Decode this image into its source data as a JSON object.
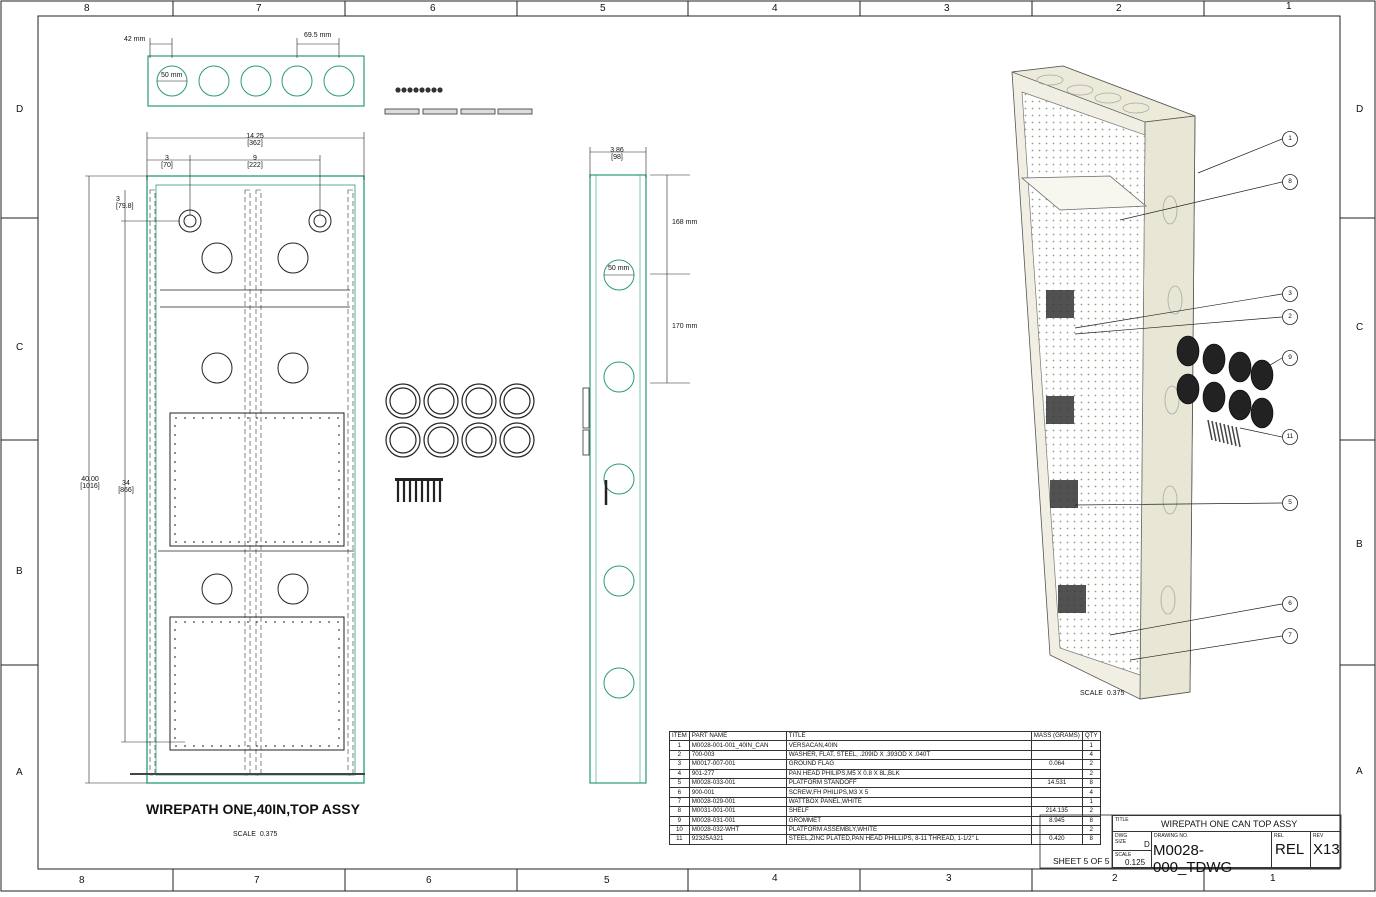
{
  "drawing": {
    "title": "WIREPATH ONE,40IN,TOP ASSY",
    "front_scale": "SCALE  0.375",
    "iso_scale": "SCALE  0.375",
    "zones_top": [
      "8",
      "7",
      "6",
      "5",
      "4",
      "3",
      "2",
      "1"
    ],
    "zones_side": [
      "D",
      "C",
      "B",
      "A"
    ]
  },
  "dimensions": {
    "top_left": "42 mm",
    "top_right": "69.5 mm",
    "hole_top": "50 mm",
    "width": "14.25",
    "width_mm": "[362]",
    "left_offset": "3",
    "left_offset_mm": "[70]",
    "span": "9",
    "span_mm": "[222]",
    "top_drop": "3",
    "top_drop_mm": "[79.8]",
    "height": "40.00",
    "height_mm": "[1016]",
    "inner_height": "34",
    "inner_height_mm": "[866]",
    "depth": "3.86",
    "depth_mm": "[98]",
    "side_a": "168 mm",
    "side_b": "170 mm",
    "hole_side": "50 mm"
  },
  "balloons": [
    "1",
    "8",
    "3",
    "2",
    "9",
    "11",
    "5",
    "6",
    "7"
  ],
  "bom": {
    "headers": [
      "ITEM",
      "PART NAME",
      "TITLE",
      "MASS (GRAMS)",
      "QTY"
    ],
    "rows": [
      [
        "1",
        "M0028-001-001_40IN_CAN",
        "VERSACAN,40IN",
        "",
        "1"
      ],
      [
        "2",
        "700-003",
        "WASHER, FLAT, STEEL, .209ID X .393OD X .040T",
        "",
        "4"
      ],
      [
        "3",
        "M0017-007-001",
        "GROUND FLAG",
        "0.064",
        "2"
      ],
      [
        "4",
        "901-277",
        "PAN HEAD PHILIPS,M5 X 0.8 X 8L,BLK",
        "",
        "2"
      ],
      [
        "5",
        "M0028-033-001",
        "PLATFORM STANDOFF",
        "14.531",
        "8"
      ],
      [
        "6",
        "900-001",
        "SCREW,FH PHILIPS,M3 X 5",
        "",
        "4"
      ],
      [
        "7",
        "M0028-029-001",
        "WATTBOX PANEL,WHITE",
        "",
        "1"
      ],
      [
        "8",
        "M0031-001-001",
        "SHELF",
        "214.135",
        "2"
      ],
      [
        "9",
        "M0028-031-001",
        "GROMMET",
        "8.945",
        "8"
      ],
      [
        "10",
        "M0028-032-WHT",
        "PLATFORM ASSEMBLY,WHITE",
        "",
        "2"
      ],
      [
        "11",
        "92325A321",
        "STEEL,ZINC PLATED,PAN HEAD PHILLIPS, 8-11 THREAD, 1-1/2\" L",
        "0.420",
        "8"
      ]
    ]
  },
  "title_block": {
    "title_label": "TITLE",
    "title": "WIREPATH ONE CAN TOP ASSY",
    "size_label": "DWG SIZE",
    "size": "D",
    "drawing_no_label": "DRAWING NO.",
    "drawing_no": "M0028-000_TDWG",
    "rel_label": "REL",
    "rel": "REL",
    "rev_label": "REV",
    "rev": "X13",
    "scale_label": "SCALE",
    "scale": "0.125",
    "sheet": "SHEET 5 OF 5"
  },
  "colors": {
    "outline": "#2a9d6f",
    "line": "#222222",
    "iso_fill": "#f1efe3"
  }
}
